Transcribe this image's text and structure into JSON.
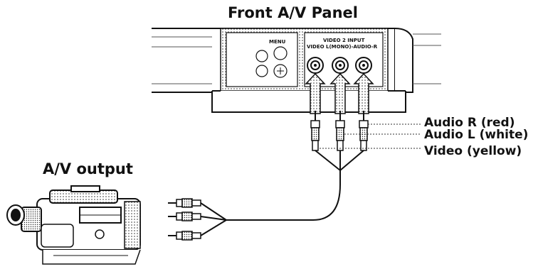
{
  "title": "Front A/V Panel",
  "source_label": "A/V output",
  "panel": {
    "menu_label": "MENU",
    "input_heading": "VIDEO 2 INPUT",
    "jack_labels": "VIDEO L(MONO)-AUDIO-R"
  },
  "callouts": [
    {
      "id": "audio-r",
      "label": "Audio R (red)"
    },
    {
      "id": "audio-l",
      "label": "Audio L (white)"
    },
    {
      "id": "video",
      "label": "Video (yellow)"
    }
  ]
}
